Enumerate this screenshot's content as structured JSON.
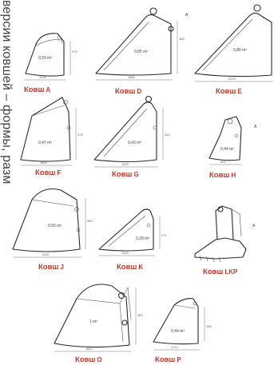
{
  "side_caption": "версии ковшей – формы, разм",
  "label_prefix": "Ковш",
  "buckets": [
    {
      "id": "a",
      "letter": "A",
      "volume": "0,29 m³",
      "width": "1620",
      "height": "276"
    },
    {
      "id": "d",
      "letter": "D",
      "volume": "0,85 m³",
      "width": "1880",
      "height": "380"
    },
    {
      "id": "e",
      "letter": "E",
      "volume": "0,86 m³",
      "width": "2000",
      "height": ""
    },
    {
      "id": "f",
      "letter": "F",
      "volume": "0,47 m³",
      "width": "1600",
      "height": "378"
    },
    {
      "id": "g",
      "letter": "G",
      "volume": "0,43 m³",
      "width": "1620",
      "height": "334"
    },
    {
      "id": "h",
      "letter": "H",
      "volume": "0,44 m³",
      "width": "800",
      "height": ""
    },
    {
      "id": "j",
      "letter": "J",
      "volume": "0,55 m³",
      "width": "1400",
      "height": "380"
    },
    {
      "id": "k",
      "letter": "K",
      "volume": "0,28 m³",
      "width": "1510",
      "height": "270"
    },
    {
      "id": "lkp",
      "letter": "LKP",
      "volume": "",
      "width": "",
      "height": ""
    },
    {
      "id": "o",
      "letter": "O",
      "volume": "1 m³",
      "width": "850",
      "height": "380"
    },
    {
      "id": "p",
      "letter": "P",
      "volume": "0,44 m³",
      "width": "1212",
      "height": "255"
    }
  ]
}
